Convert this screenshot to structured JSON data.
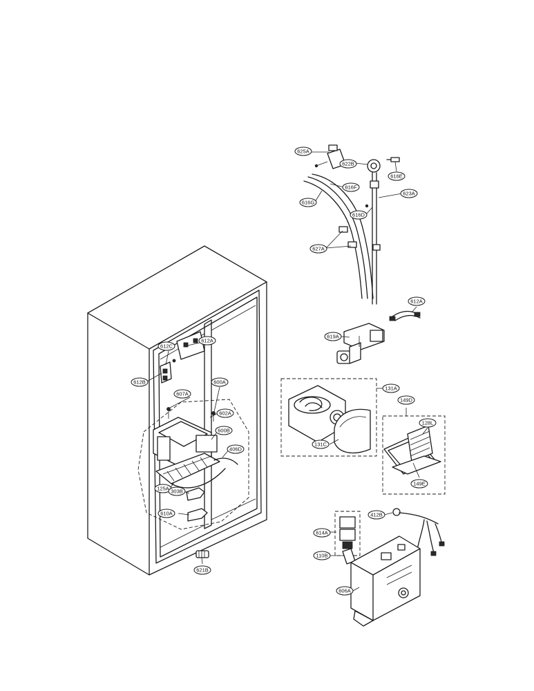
{
  "labels": {
    "l625A": "625A",
    "l622B": "622B",
    "l616E": "616E",
    "l616F": "616F",
    "l616G": "616G",
    "l623A": "623A",
    "l616D": "616D",
    "l627A": "627A",
    "l612A_wire": "612A",
    "l619A": "619A",
    "l612C": "612C",
    "l612A": "612A",
    "l612B": "612B",
    "l600A": "600A",
    "l607A": "607A",
    "l602A": "602A",
    "l600B": "600B",
    "l406D": "406D",
    "l125A": "125A",
    "l303B": "303B",
    "l610A": "610A",
    "l621B": "621B",
    "l131A": "131A",
    "l131C": "131C",
    "l149D": "149D",
    "l128L": "128L",
    "l149E": "149E",
    "l412B": "412B",
    "l614A": "614A",
    "l110B": "110B",
    "l606A": "606A"
  }
}
